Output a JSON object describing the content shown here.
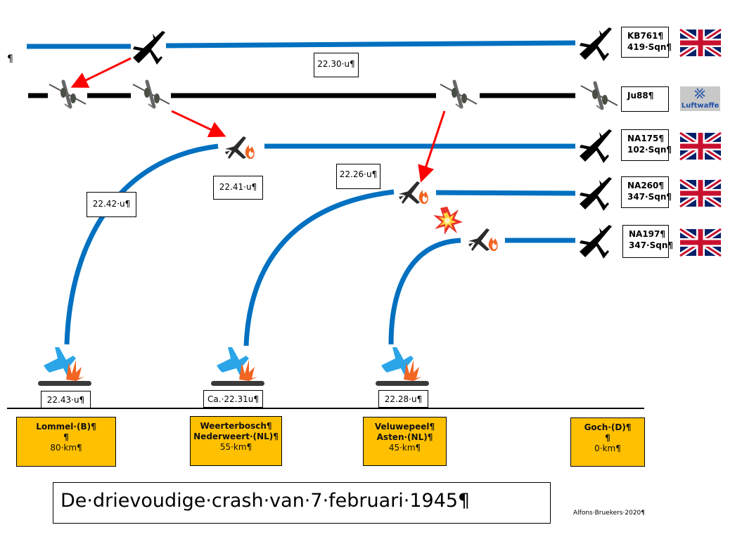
{
  "page_marker": "¶",
  "aircraft": [
    {
      "id": "KB761",
      "unit": "419·Sqn",
      "nation": "uk",
      "status": "survived"
    },
    {
      "id": "Ju88",
      "unit": "",
      "nation": "luftwaffe",
      "status": "fighter"
    },
    {
      "id": "NA175",
      "unit": "102·Sqn",
      "nation": "uk",
      "status": "crashed"
    },
    {
      "id": "NA260",
      "unit": "347·Sqn",
      "nation": "uk",
      "status": "crashed"
    },
    {
      "id": "NA197",
      "unit": "347·Sqn",
      "nation": "uk",
      "status": "crashed"
    }
  ],
  "labels": {
    "KB761": "KB761¶",
    "KB761_unit": "419·Sqn¶",
    "Ju88": "Ju88¶",
    "NA175": "NA175¶",
    "NA175_unit": "102·Sqn¶",
    "NA260": "NA260¶",
    "NA260_unit": "347·Sqn¶",
    "NA197": "NA197¶",
    "NA197_unit": "347·Sqn¶",
    "luftwaffe": "Luftwaffe"
  },
  "times": {
    "t2230": "22.30·u¶",
    "t2241": "22.41·u¶",
    "t2242": "22.42·u¶",
    "t2226": "22.26·u¶",
    "t2243": "22.43·u¶",
    "t2231": "Ca.·22.31u¶",
    "t2228": "22.28·u¶"
  },
  "locations": [
    {
      "line1": "Lommel·(B)¶",
      "line2": "¶",
      "line3": "80·km¶"
    },
    {
      "line1": "Weerterbosch¶",
      "line2": "Nederweert·(NL)¶",
      "line3": "55·km¶"
    },
    {
      "line1": "Veluwepeel¶",
      "line2": "Asten·(NL)¶",
      "line3": "45·km¶"
    },
    {
      "line1": "Goch·(D)¶",
      "line2": "¶",
      "line3": "0·km¶"
    }
  ],
  "title": "De·drievoudige·crash·van·7·februari·1945¶",
  "credit": "Alfons·Bruekers·2020¶",
  "colors": {
    "flight_path": "#0070c0",
    "fighter_path": "#000000",
    "attack_arrow": "#ff0000",
    "location_box": "#ffc000",
    "crash_icon_blue": "#2ca5e8",
    "crash_icon_orange": "#f26522"
  }
}
